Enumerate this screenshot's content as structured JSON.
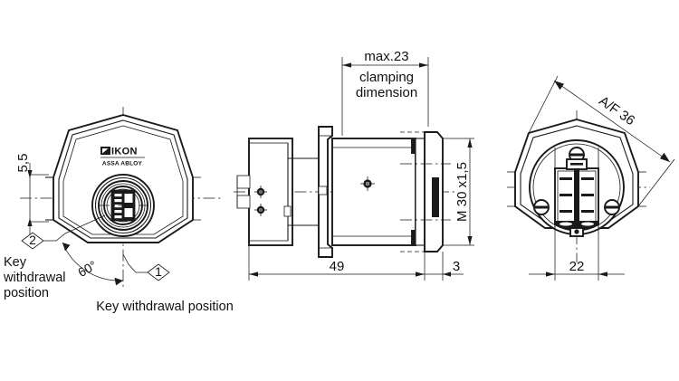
{
  "drawing": {
    "title": "IKON cam lock cylinder dimensioned drawing",
    "background_color": "#ffffff",
    "line_color": "#1a1a1a",
    "views": [
      {
        "name": "front-view",
        "label": "front face view"
      },
      {
        "name": "side-section-view",
        "label": "side elevation"
      },
      {
        "name": "rear-view",
        "label": "rear face view"
      }
    ]
  },
  "brand": {
    "name": "IKON",
    "sub": "ASSA ABLOY"
  },
  "front_view": {
    "dimension_offset": "5,5",
    "angle": "60°",
    "balloon_1": "1",
    "balloon_2": "2",
    "note_left_line1": "Key",
    "note_left_line2": "withdrawal",
    "note_left_line3": "position",
    "note_bottom": "Key withdrawal position"
  },
  "side_view": {
    "clamp_line1": "max.23",
    "clamp_line2": "clamping",
    "clamp_line3": "dimension",
    "thread": "M 30 x1,5",
    "length": "49",
    "flange_thickness": "3"
  },
  "rear_view": {
    "across_flats": "A/F 36",
    "width": "22"
  }
}
